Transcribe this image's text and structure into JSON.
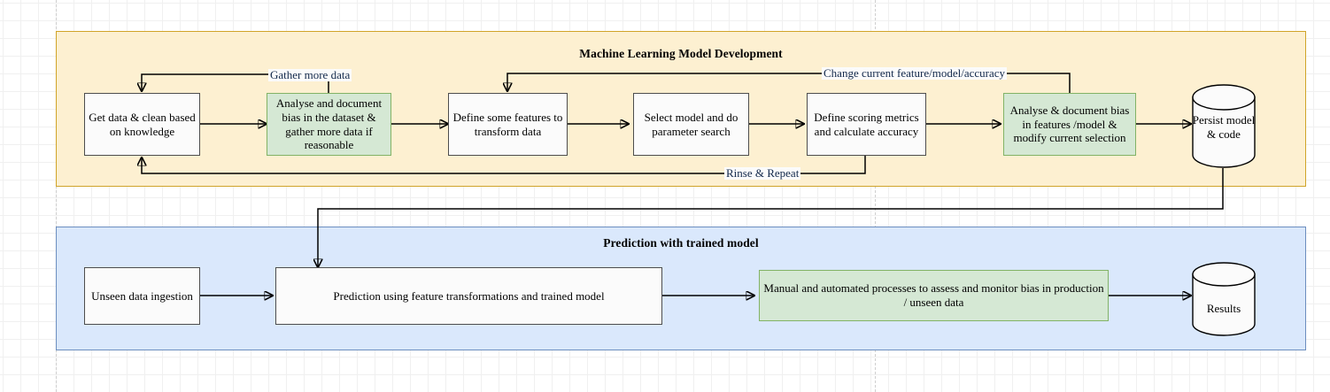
{
  "diagram": {
    "lanes": [
      {
        "id": "ml",
        "title": "Machine Learning Model Development"
      },
      {
        "id": "pred",
        "title": "Prediction with trained model"
      }
    ],
    "nodes": {
      "get_data": "Get data & clean based on knowledge",
      "analyse_dataset_bias": "Analyse and document bias in the dataset & gather more data if reasonable",
      "define_features": "Define some features to transform data",
      "select_model": "Select model and do parameter search",
      "scoring_metrics": "Define scoring metrics and calculate accuracy",
      "analyse_feature_bias": "Analyse & document bias in features /model & modify current selection",
      "persist": "Persist model & code",
      "unseen_ingestion": "Unseen data ingestion",
      "prediction": "Prediction using feature transformations and trained model",
      "monitor_bias": "Manual and automated processes to assess and monitor bias in production / unseen data",
      "results": "Results"
    },
    "edge_labels": {
      "gather_more_data": "Gather more data",
      "change_current": "Change current feature/model/accuracy",
      "rinse_repeat": "Rinse & Repeat"
    },
    "colors": {
      "lane_ml_fill": "#fdf0d1",
      "lane_ml_stroke": "#d0a429",
      "lane_pred_fill": "#dae8fc",
      "lane_pred_stroke": "#6c8ebf",
      "node_white_fill": "#fbfbfb",
      "node_white_stroke": "#4d4d4d",
      "node_green_fill": "#d5e8d4",
      "node_green_stroke": "#82b366",
      "edge_stroke": "#000000",
      "edge_label_text": "#13294b"
    }
  }
}
